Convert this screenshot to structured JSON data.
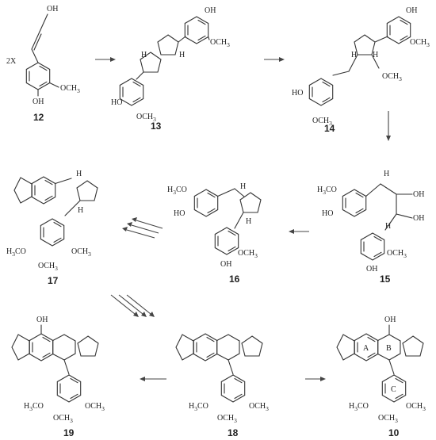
{
  "compounds": {
    "c12": {
      "id": "12",
      "multiplier": "2X",
      "oh_top": "OH",
      "oh_bottom": "OH",
      "och3": "OCH",
      "och3_sub": "3"
    },
    "c13": {
      "id": "13",
      "oh_top": "OH",
      "och3_top": "OCH",
      "och3_top_sub": "3",
      "ho": "HO",
      "och3_bottom": "OCH",
      "och3_bottom_sub": "3",
      "h_left": "H",
      "h_right": "H"
    },
    "c14": {
      "id": "14",
      "oh_top": "OH",
      "och3_top": "OCH",
      "och3_top_sub": "3",
      "h_left": "H",
      "h_right": "H",
      "och3_chain": "OCH",
      "och3_chain_sub": "3",
      "ho": "HO",
      "och3_bottom": "OCH",
      "och3_bottom_sub": "3"
    },
    "c15": {
      "id": "15",
      "h3co": "H",
      "h3co_sub": "3",
      "h3co_tail": "CO",
      "ho": "HO",
      "oh1": "OH",
      "oh2": "OH",
      "h1": "H",
      "h2": "H",
      "oh_bottom": "OH",
      "och3": "OCH",
      "och3_sub": "3"
    },
    "c16": {
      "id": "16",
      "h3co": "H",
      "h3co_sub": "3",
      "h3co_tail": "CO",
      "ho": "HO",
      "h1": "H",
      "h2": "H",
      "oh_bottom": "OH",
      "och3": "OCH",
      "och3_sub": "3"
    },
    "c17": {
      "id": "17",
      "h1": "H",
      "h2": "H",
      "h3co_left": "H",
      "h3co_left_sub": "3",
      "h3co_left_tail": "CO",
      "och3_right": "OCH",
      "och3_right_sub": "3",
      "och3_bottom": "OCH",
      "och3_bottom_sub": "3"
    },
    "c18": {
      "id": "18",
      "h3co": "H",
      "h3co_sub": "3",
      "h3co_tail": "CO",
      "och3_right": "OCH",
      "och3_right_sub": "3",
      "och3_bottom": "OCH",
      "och3_bottom_sub": "3"
    },
    "c19": {
      "id": "19",
      "oh": "OH",
      "h3co": "H",
      "h3co_sub": "3",
      "h3co_tail": "CO",
      "och3_right": "OCH",
      "och3_right_sub": "3",
      "och3_bottom": "OCH",
      "och3_bottom_sub": "3"
    },
    "c10": {
      "id": "10",
      "oh": "OH",
      "ring_a": "A",
      "ring_b": "B",
      "ring_c": "C",
      "h3co": "H",
      "h3co_sub": "3",
      "h3co_tail": "CO",
      "och3_right": "OCH",
      "och3_right_sub": "3",
      "och3_bottom": "OCH",
      "och3_bottom_sub": "3"
    }
  }
}
